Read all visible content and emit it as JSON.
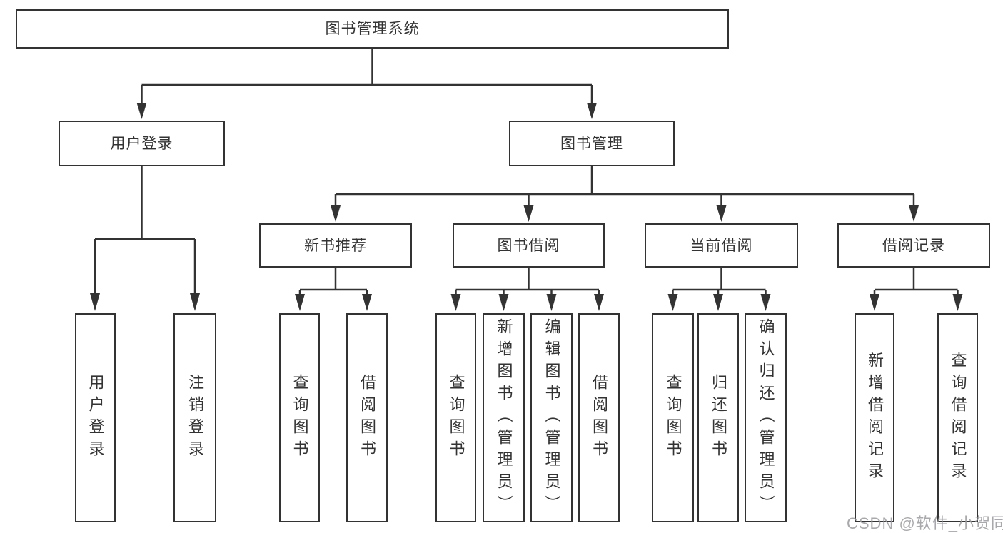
{
  "nodes": {
    "root": {
      "label": "图书管理系统"
    },
    "user_login": {
      "label": "用户登录"
    },
    "book_mgmt": {
      "label": "图书管理"
    },
    "l3": [
      {
        "label": "新书推荐"
      },
      {
        "label": "图书借阅"
      },
      {
        "label": "当前借阅"
      },
      {
        "label": "借阅记录"
      }
    ],
    "leaves_user_login": [
      {
        "label": "用户登录"
      },
      {
        "label": "注销登录"
      }
    ],
    "leaves_new_books": [
      {
        "label": "查询图书"
      },
      {
        "label": "借阅图书"
      }
    ],
    "leaves_borrow": [
      {
        "label": "查询图书"
      },
      {
        "label": "新增图书（管理员）"
      },
      {
        "label": "编辑图书（管理员）"
      },
      {
        "label": "借阅图书"
      }
    ],
    "leaves_current": [
      {
        "label": "查询图书"
      },
      {
        "label": "归还图书"
      },
      {
        "label": "确认归还（管理员）"
      }
    ],
    "leaves_records": [
      {
        "label": "新增借阅记录"
      },
      {
        "label": "查询借阅记录"
      }
    ]
  },
  "watermark": {
    "text": "CSDN @软件_小贺同学"
  },
  "colors": {
    "line": "#333333",
    "text": "#333333",
    "background": "#ffffff",
    "watermark": "#9b9b9f"
  }
}
